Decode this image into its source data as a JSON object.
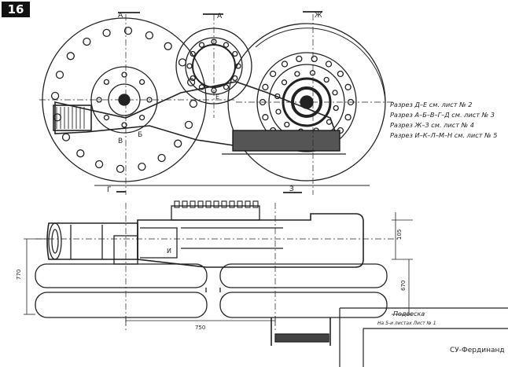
{
  "figure_number": "16",
  "section_markers": {
    "a_left": "А",
    "a_top": "А",
    "zh": "Ж",
    "b": "Б",
    "v": "В",
    "g": "Г",
    "z": "З",
    "e": "Е",
    "i": "И"
  },
  "section_notes": [
    "Разрез Д–Е см. лист № 2",
    "Разрез А–Б–В–Г–Д см. лист № 3",
    "Разрез Ж–З см. лист № 4",
    "Разрез И–К–Л–М–Н см. лист № 5"
  ],
  "dimensions": {
    "height_left": "770",
    "height_right": "670",
    "small_right": "105",
    "width_bottom": "750"
  },
  "title_block": {
    "title": "Подвеска",
    "subtitle": "На 5-и листах  Лист № 1",
    "name": "СУ-Фердинанд"
  }
}
